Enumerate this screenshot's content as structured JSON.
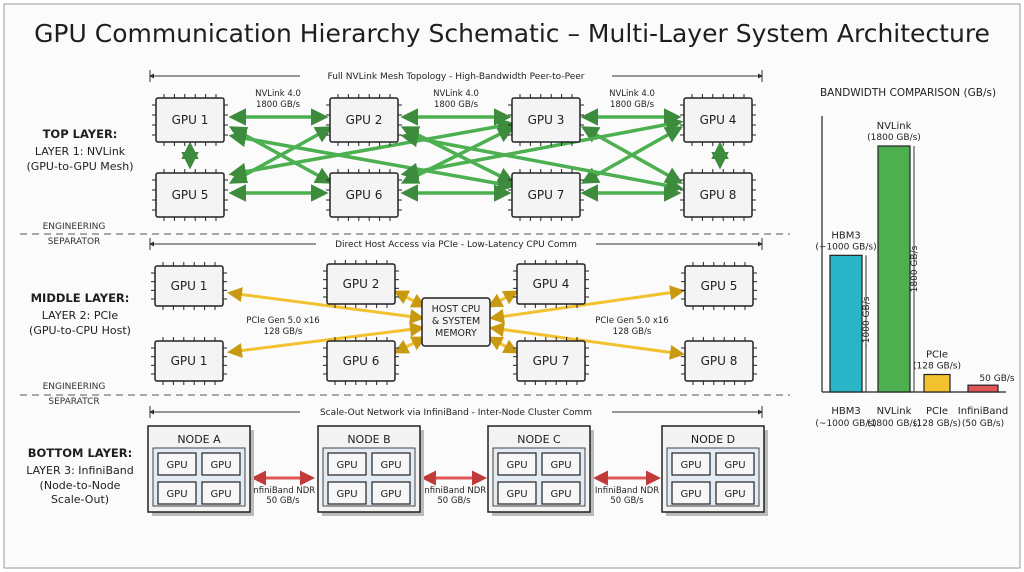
{
  "title": "GPU Communication Hierarchy Schematic – Multi-Layer System Architecture",
  "layers": {
    "top": {
      "heading": "TOP LAYER:",
      "line1": "LAYER 1: NVLink",
      "line2": "(GPU-to-GPU Mesh)",
      "span_label": "Full NVLink Mesh Topology - High-Bandwidth Peer-to-Peer",
      "gpus": [
        "GPU 1",
        "GPU 2",
        "GPU 3",
        "GPU 4",
        "GPU 5",
        "GPU 6",
        "GPU 7",
        "GPU 8"
      ],
      "link_name": "NVLink 4.0",
      "link_speed": "1800 GB/s"
    },
    "middle": {
      "heading": "MIDDLE LAYER:",
      "line1": "LAYER 2: PCIe",
      "line2": "(GPU-to-CPU Host)",
      "span_label": "Direct Host Access via PCIe - Low-Latency CPU Comm",
      "gpus": [
        "GPU 1",
        "GPU 2",
        "GPU 4",
        "GPU 5",
        "GPU 1",
        "GPU 6",
        "GPU 7",
        "GPU 8"
      ],
      "host_lines": [
        "HOST CPU",
        "& SYSTEM",
        "MEMORY"
      ],
      "link_name": "PCIe Gen 5.0 x16",
      "link_speed": "128 GB/s"
    },
    "bottom": {
      "heading": "BOTTOM LAYER:",
      "line1": "LAYER 3: InfiniBand",
      "line2": "(Node-to-Node",
      "line3": "Scale-Out)",
      "span_label": "Scale-Out Network via InfiniBand - Inter-Node Cluster Comm",
      "nodes": [
        "NODE A",
        "NODE B",
        "NODE C",
        "NODE D"
      ],
      "node_gpu_label": "GPU",
      "link_name": "InfiniBand NDR",
      "link_speed": "50 GB/s"
    }
  },
  "separators": {
    "line1": "ENGINEERING",
    "line2": "SEPARATOR",
    "line2_alt": "SEPARATCR"
  },
  "colors": {
    "nvlink": "#4caf50",
    "pcie": "#f2c12e",
    "infiniband": "#e05555",
    "hbm3": "#2ab4c8",
    "node_fill": "#e3ecf5"
  },
  "chart_data": {
    "type": "bar",
    "title": "BANDWIDTH COMPARISON (GB/s)",
    "categories": [
      "HBM3",
      "NVLink",
      "PCIe",
      "InfiniBand"
    ],
    "category_sublabels": [
      "(~1000 GB/s)",
      "(1800 GB/s)",
      "(128 GB/s)",
      "(50 GB/s)"
    ],
    "values": [
      1000,
      1800,
      128,
      50
    ],
    "top_labels": [
      [
        "HBM3",
        "(~1000 GB/s)"
      ],
      [
        "NVLink",
        "(1800 GB/s)"
      ],
      [
        "PCIe",
        "(128 GB/s)"
      ],
      [
        "50 GB/s"
      ]
    ],
    "dim_labels": [
      "~1000 GB/s",
      "1800 GB/s"
    ],
    "colors": [
      "#2ab4c8",
      "#4caf50",
      "#f2c12e",
      "#e05555"
    ],
    "ylim": [
      0,
      1800
    ]
  }
}
